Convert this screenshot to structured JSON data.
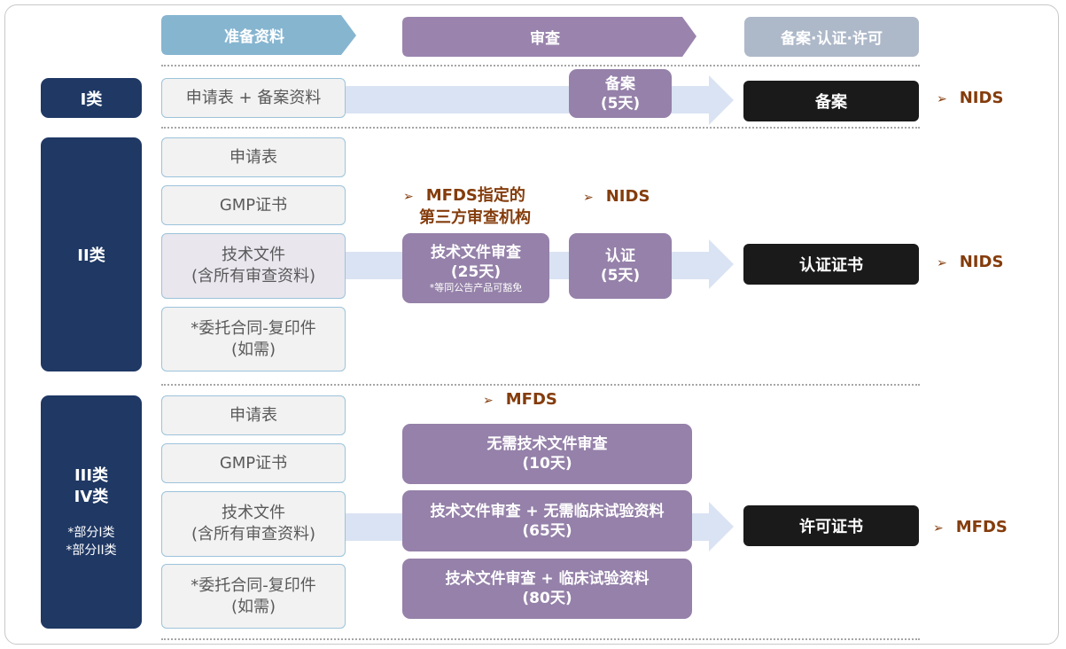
{
  "header": {
    "prepare": "准备资料",
    "review": "审查",
    "result": "备案·认证·许可"
  },
  "colors": {
    "navy": "#1f3864",
    "purple": "#9581a9",
    "header_blue": "#86b5d0",
    "header_purple": "#9a84ad",
    "header_grey": "#adb8c9",
    "agency": "#843c0c",
    "arrow_band": "#dae3f3"
  },
  "class1": {
    "label": "I类",
    "docs": [
      "申请表 + 备案资料"
    ],
    "review": {
      "title": "备案",
      "days": "(5天)"
    },
    "result": "备案",
    "agency": "NIDS"
  },
  "class2": {
    "label": "II类",
    "docs": [
      "申请表",
      "GMP证书",
      "技术文件",
      "(含所有审查资料)",
      "*委托合同-复印件",
      "(如需)"
    ],
    "reviewer1": {
      "line1": "MFDS指定的",
      "line2": "第三方审查机构"
    },
    "reviewer2": "NIDS",
    "review1": {
      "title": "技术文件审查",
      "days": "(25天)",
      "note": "*等同公告产品可豁免"
    },
    "review2": {
      "title": "认证",
      "days": "(5天)"
    },
    "result": "认证证书",
    "agency": "NIDS"
  },
  "class34": {
    "label1": "III类",
    "label2": "IV类",
    "note1": "*部分I类",
    "note2": "*部分II类",
    "docs": [
      "申请表",
      "GMP证书",
      "技术文件",
      "(含所有审查资料)",
      "*委托合同-复印件",
      "(如需)"
    ],
    "reviewer": "MFDS",
    "reviews": [
      {
        "title": "无需技术文件审查",
        "days": "(10天)"
      },
      {
        "title": "技术文件审查 + 无需临床试验资料",
        "days": "(65天)"
      },
      {
        "title": "技术文件审查 + 临床试验资料",
        "days": "(80天)"
      }
    ],
    "result": "许可证书",
    "agency": "MFDS"
  },
  "arrow_glyph": "➢"
}
